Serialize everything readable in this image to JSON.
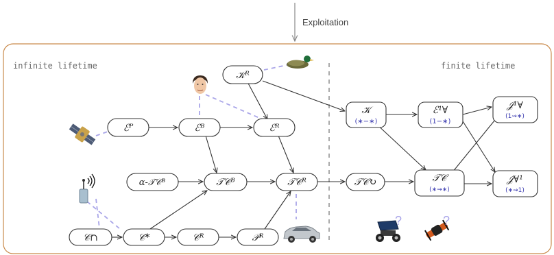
{
  "header": {
    "label": "Exploitation"
  },
  "regions": {
    "left_label": "infinite lifetime",
    "right_label": "finite lifetime"
  },
  "colors": {
    "frame": "#c98a4b",
    "dashed_link": "#a9a5e8",
    "subscript": "#3b3bb0"
  },
  "nodes": {
    "KR": {
      "main": "𝒦ᴿ"
    },
    "EP": {
      "main": "ℰᴾ"
    },
    "EB": {
      "main": "ℰᴮ"
    },
    "ER": {
      "main": "ℰᴿ"
    },
    "aTCB": {
      "main": "α-𝒯𝒞ᴮ"
    },
    "TCB": {
      "main": "𝒯𝒞ᴮ"
    },
    "TCR": {
      "main": "𝒯𝒞ᴿ"
    },
    "Ccap": {
      "main": "𝒞∩"
    },
    "Cst": {
      "main": "𝒞*"
    },
    "CR": {
      "main": "𝒞ᴿ"
    },
    "PR": {
      "main": "𝒫ᴿ"
    },
    "K": {
      "main": "𝒦",
      "sub": "(∗−∗)"
    },
    "E1A": {
      "main": "ℰ¹∀",
      "sub": "(1−∗)"
    },
    "J1A": {
      "main": "𝒥¹∀",
      "sub": "(1⇝∗)"
    },
    "TCO": {
      "main": "𝒯𝒞↻"
    },
    "TC": {
      "main": "𝒯𝒞",
      "sub": "(∗⇝∗)"
    },
    "JA1": {
      "main": "𝒥∀¹",
      "sub": "(∗⇝1)"
    }
  },
  "icons": {
    "duck": "duck-icon",
    "person": "person-face-icon",
    "satellite": "satellite-icon",
    "antenna": "radio-antenna-icon",
    "car": "car-icon",
    "rover": "solar-rover-icon",
    "drone": "drone-icon",
    "question_mark": "?"
  }
}
